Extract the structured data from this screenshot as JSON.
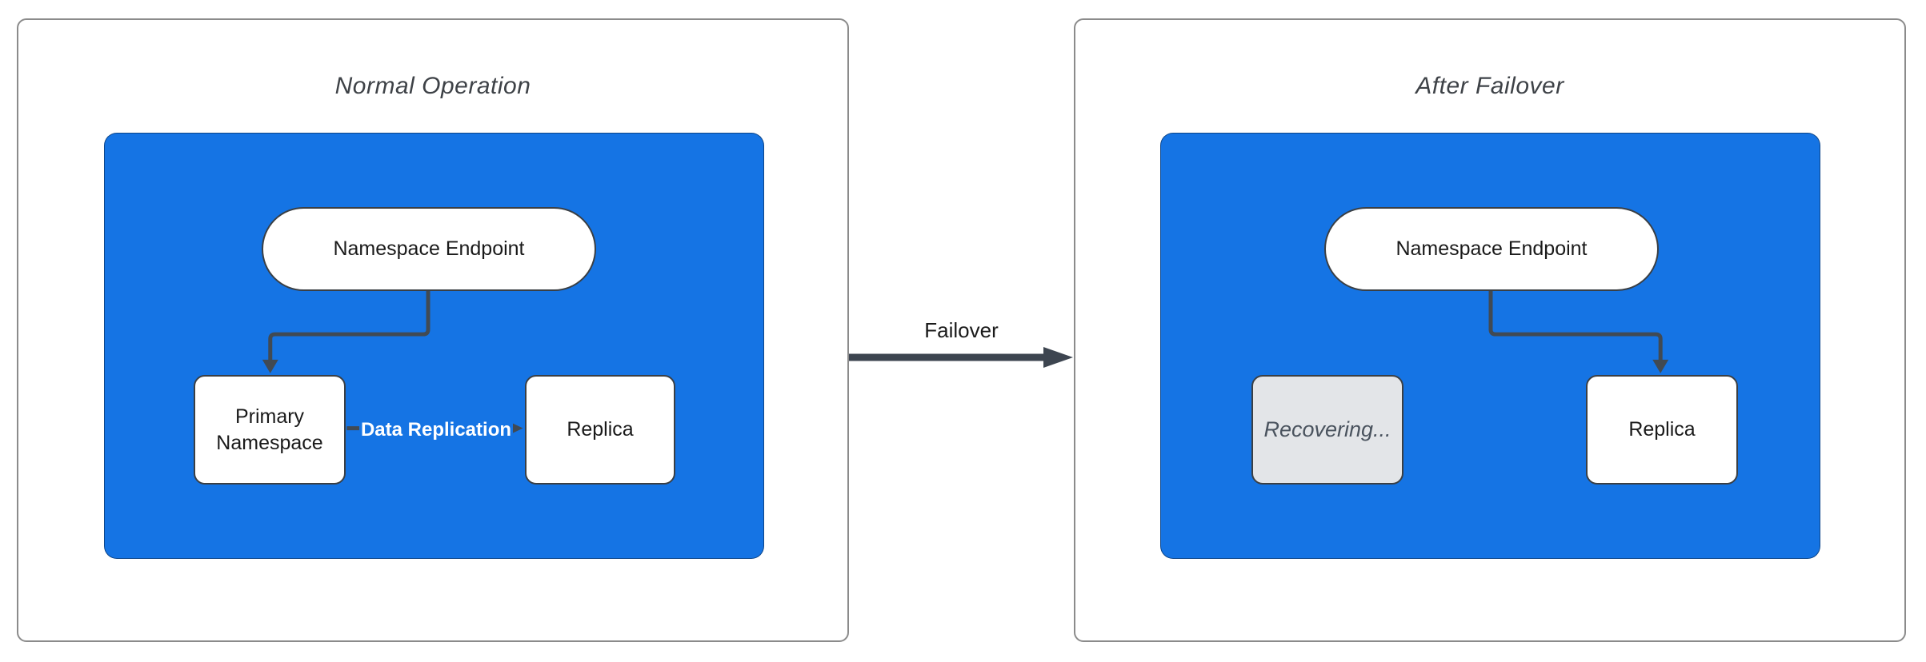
{
  "colors": {
    "blue": "#1574E4",
    "arrow": "#414A53",
    "transition_arrow": "#3D4550",
    "panel_border": "#8B8B8B",
    "node_border": "#3A3F44",
    "text": "#1A1A1A",
    "title_text": "#3E4247",
    "edge_label_text": "#FFFFFF",
    "recovering_bg": "#E3E5E8",
    "recovering_text": "#4A535E"
  },
  "panels": [
    {
      "title": "Normal Operation",
      "endpoint_label": "Namespace Endpoint",
      "primary_label": "Primary Namespace",
      "replica_label": "Replica",
      "edge_label": "Data Replication"
    },
    {
      "title": "After Failover",
      "endpoint_label": "Namespace Endpoint",
      "recovering_label": "Recovering...",
      "replica_label": "Replica"
    }
  ],
  "transition_label": "Failover"
}
